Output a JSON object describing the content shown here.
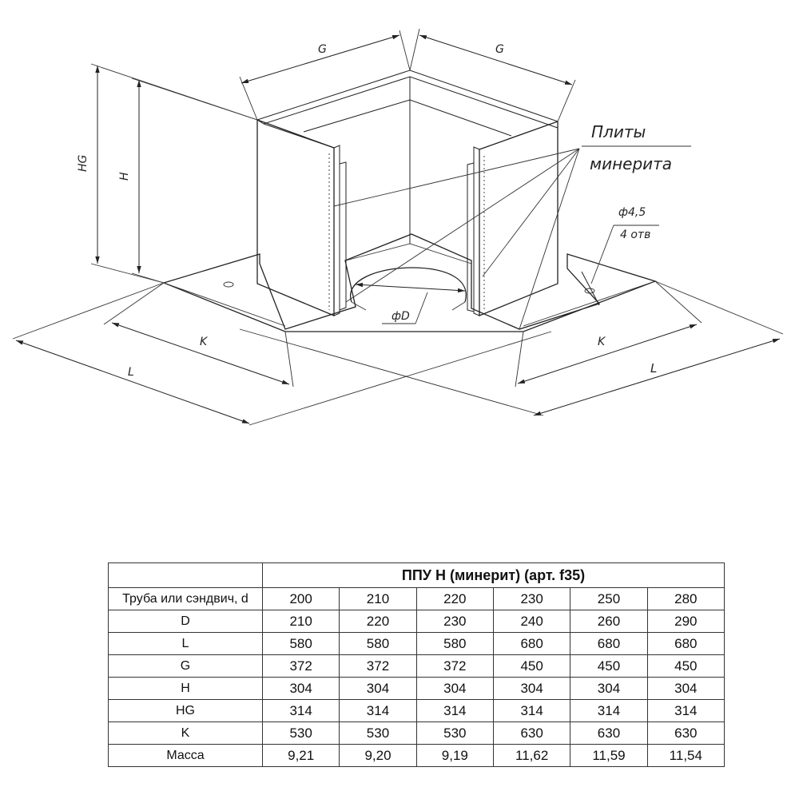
{
  "drawing": {
    "labels": {
      "G_left": "G",
      "G_right": "G",
      "HG": "HG",
      "H": "H",
      "plates_line1": "Плиты",
      "plates_line2": "минерита",
      "hole_dia": "ф4,5",
      "hole_count": "4 отв",
      "D": "фD",
      "K_left": "K",
      "K_right": "K",
      "L_left": "L",
      "L_right": "L"
    }
  },
  "table": {
    "title": "ППУ Н (минерит) (арт. f35)",
    "rows": [
      {
        "label": "Труба или сэндвич, d",
        "values": [
          "200",
          "210",
          "220",
          "230",
          "250",
          "280"
        ]
      },
      {
        "label": "D",
        "values": [
          "210",
          "220",
          "230",
          "240",
          "260",
          "290"
        ]
      },
      {
        "label": "L",
        "values": [
          "580",
          "580",
          "580",
          "680",
          "680",
          "680"
        ]
      },
      {
        "label": "G",
        "values": [
          "372",
          "372",
          "372",
          "450",
          "450",
          "450"
        ]
      },
      {
        "label": "H",
        "values": [
          "304",
          "304",
          "304",
          "304",
          "304",
          "304"
        ]
      },
      {
        "label": "HG",
        "values": [
          "314",
          "314",
          "314",
          "314",
          "314",
          "314"
        ]
      },
      {
        "label": "K",
        "values": [
          "530",
          "530",
          "530",
          "630",
          "630",
          "630"
        ]
      },
      {
        "label": "Масса",
        "values": [
          "9,21",
          "9,20",
          "9,19",
          "11,62",
          "11,59",
          "11,54"
        ]
      }
    ]
  }
}
